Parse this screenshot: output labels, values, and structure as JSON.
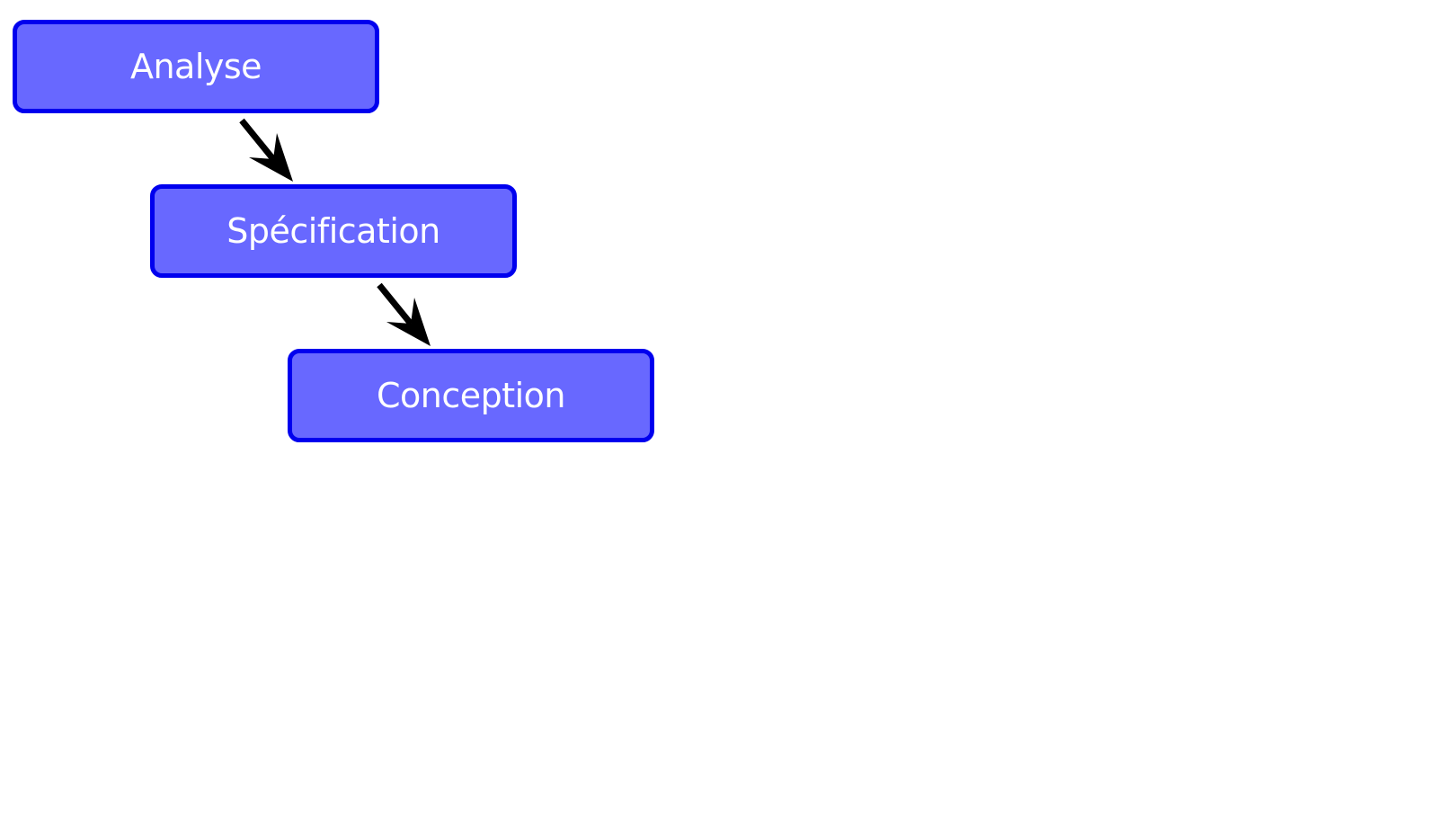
{
  "colors": {
    "node_fill": "#6868ff",
    "node_border": "#0000ee",
    "label": "#ffffff",
    "arrow": "#000000",
    "background": "#ffffff"
  },
  "nodes": [
    {
      "id": "analyse",
      "label": "Analyse"
    },
    {
      "id": "specification",
      "label": "Spécification"
    },
    {
      "id": "conception",
      "label": "Conception"
    }
  ],
  "edges": [
    {
      "from": "analyse",
      "to": "specification"
    },
    {
      "from": "specification",
      "to": "conception"
    }
  ]
}
